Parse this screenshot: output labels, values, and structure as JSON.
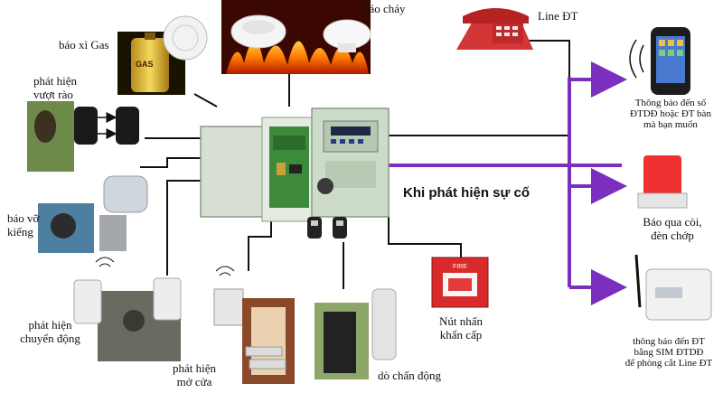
{
  "labels": {
    "gas": "báo xì Gas",
    "fire": "báo cháy",
    "line_dt": "Line ĐT",
    "fence": [
      "phát hiện",
      "vượt rào"
    ],
    "glass": [
      "báo vỡ",
      "kiếng"
    ],
    "motion": [
      "phát hiện",
      "chuyển động"
    ],
    "door": [
      "phát hiện",
      "mở cửa"
    ],
    "vibration": "dò chấn động",
    "panic": [
      "Nút nhấn",
      "khẩn cấp"
    ],
    "headline": "Khi phát hiện sự cố",
    "phone_notify": [
      "Thông báo đến số",
      "ĐTDĐ hoặc ĐT bàn",
      "mà bạn muốn"
    ],
    "siren": [
      "Báo qua còi,",
      "đèn chớp"
    ],
    "sim_notify": [
      "thông báo đến ĐT",
      "bằng SIM ĐTDĐ",
      "để phòng cắt Line ĐT"
    ]
  },
  "devices": {
    "panel_text": "FIRE",
    "gas_can_text": "GAS"
  },
  "colors": {
    "wire": "#111111",
    "output_arrow": "#7b2fbf",
    "panel_green": "#c9d8c1",
    "fire_red": "#d92b2b"
  }
}
